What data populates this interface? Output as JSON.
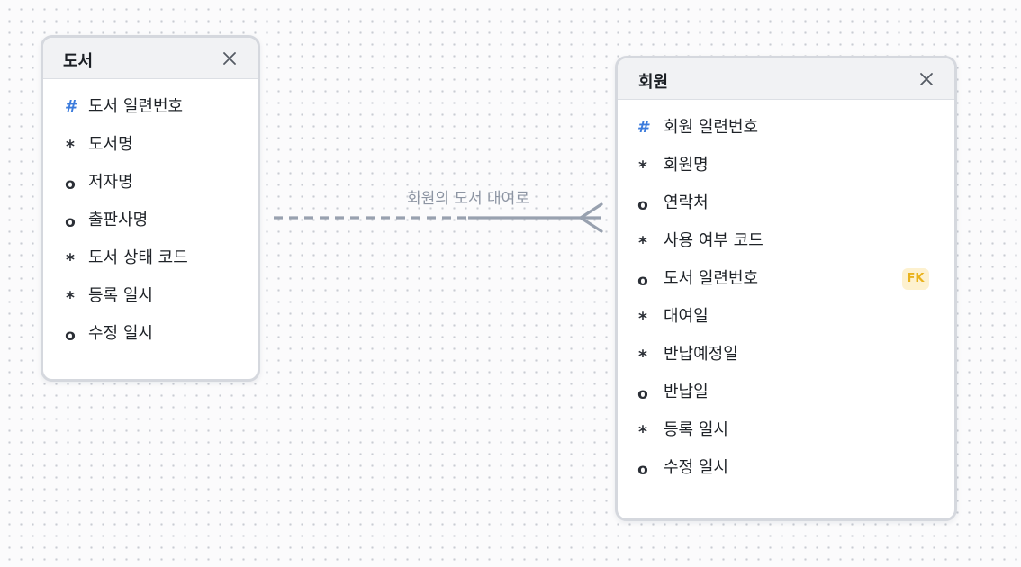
{
  "entities": {
    "book": {
      "title": "도서",
      "attributes": [
        {
          "marker": "#",
          "kind": "pk",
          "label": "도서 일련번호"
        },
        {
          "marker": "*",
          "kind": "mandatory",
          "label": "도서명"
        },
        {
          "marker": "o",
          "kind": "optional",
          "label": "저자명"
        },
        {
          "marker": "o",
          "kind": "optional",
          "label": "출판사명"
        },
        {
          "marker": "*",
          "kind": "mandatory",
          "label": "도서 상태 코드"
        },
        {
          "marker": "*",
          "kind": "mandatory",
          "label": "등록 일시"
        },
        {
          "marker": "o",
          "kind": "optional",
          "label": "수정 일시"
        }
      ]
    },
    "member": {
      "title": "회원",
      "attributes": [
        {
          "marker": "#",
          "kind": "pk",
          "label": "회원 일련번호"
        },
        {
          "marker": "*",
          "kind": "mandatory",
          "label": "회원명"
        },
        {
          "marker": "o",
          "kind": "optional",
          "label": "연락처"
        },
        {
          "marker": "*",
          "kind": "mandatory",
          "label": "사용 여부 코드"
        },
        {
          "marker": "o",
          "kind": "optional",
          "label": "도서 일련번호",
          "badge": "FK"
        },
        {
          "marker": "*",
          "kind": "mandatory",
          "label": "대여일"
        },
        {
          "marker": "*",
          "kind": "mandatory",
          "label": "반납예정일"
        },
        {
          "marker": "o",
          "kind": "optional",
          "label": "반납일"
        },
        {
          "marker": "*",
          "kind": "mandatory",
          "label": "등록 일시"
        },
        {
          "marker": "o",
          "kind": "optional",
          "label": "수정 일시"
        }
      ]
    }
  },
  "relationship": {
    "label": "회원의 도서 대여로",
    "from": "book",
    "to": "member",
    "from_line": "dashed",
    "to_line": "solid",
    "to_end": "crows-foot"
  },
  "icons": {
    "close": "close-icon",
    "fk_badge": "fk-badge"
  },
  "colors": {
    "pk_marker": "#3b7bdc",
    "fk_badge_bg": "#fdf1cf",
    "fk_badge_text": "#e9b21c",
    "relation_line": "#98a1af",
    "relation_label": "#8d95a3",
    "entity_border": "#d5d8de",
    "header_bg": "#f1f2f4"
  }
}
